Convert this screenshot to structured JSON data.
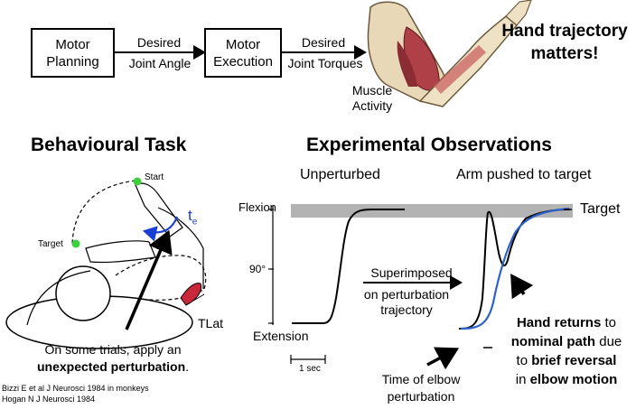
{
  "top": {
    "box1": {
      "line1": "Motor",
      "line2": "Planning"
    },
    "box2": {
      "line1": "Motor",
      "line2": "Execution"
    },
    "arrow1": {
      "line1": "Desired",
      "line2": "Joint Angle"
    },
    "arrow2": {
      "line1": "Desired",
      "line2": "Joint Torques"
    },
    "muscle": {
      "line1": "Muscle",
      "line2": "Activity"
    },
    "callout": {
      "line1": "Hand trajectory",
      "line2": "matters!"
    }
  },
  "task": {
    "title": "Behavioural Task",
    "start": "Start",
    "target": "Target",
    "te": "t",
    "te_sub": "e",
    "tlat": "TLat",
    "note_line1": "On some trials, apply an",
    "note_bold": "unexpected perturbation",
    "note_end": "."
  },
  "obs": {
    "title": "Experimental Observations",
    "unperturbed": "Unperturbed",
    "pushed": "Arm pushed to target",
    "flexion": "Flexion",
    "deg90": "90°",
    "extension": "Extension",
    "onesec": "1 sec",
    "target": "Target",
    "superimposed": "Superimposed",
    "on_pert_line1": "on perturbation",
    "on_pert_line2": "trajectory",
    "elbow_line1": "Time of elbow",
    "elbow_line2": "perturbation",
    "hand_returns_b": "Hand returns",
    "hand_returns_t": " to",
    "nominal_b": "nominal path",
    "nominal_t": " due",
    "to_t": "to ",
    "brief_b": "brief reversal",
    "in_t": "in ",
    "elbow_b": "elbow motion"
  },
  "citations": {
    "line1": "Bizzi E et al J Neurosci 1984 in monkeys",
    "line2": "Hogan N J Neurosci 1984"
  },
  "colors": {
    "target_band": "#b3b3b3",
    "blue_trace": "#2e62c8",
    "te_blue": "#1a3fd6",
    "muscle_red": "#c8283a",
    "target_green": "#3bd13b"
  }
}
